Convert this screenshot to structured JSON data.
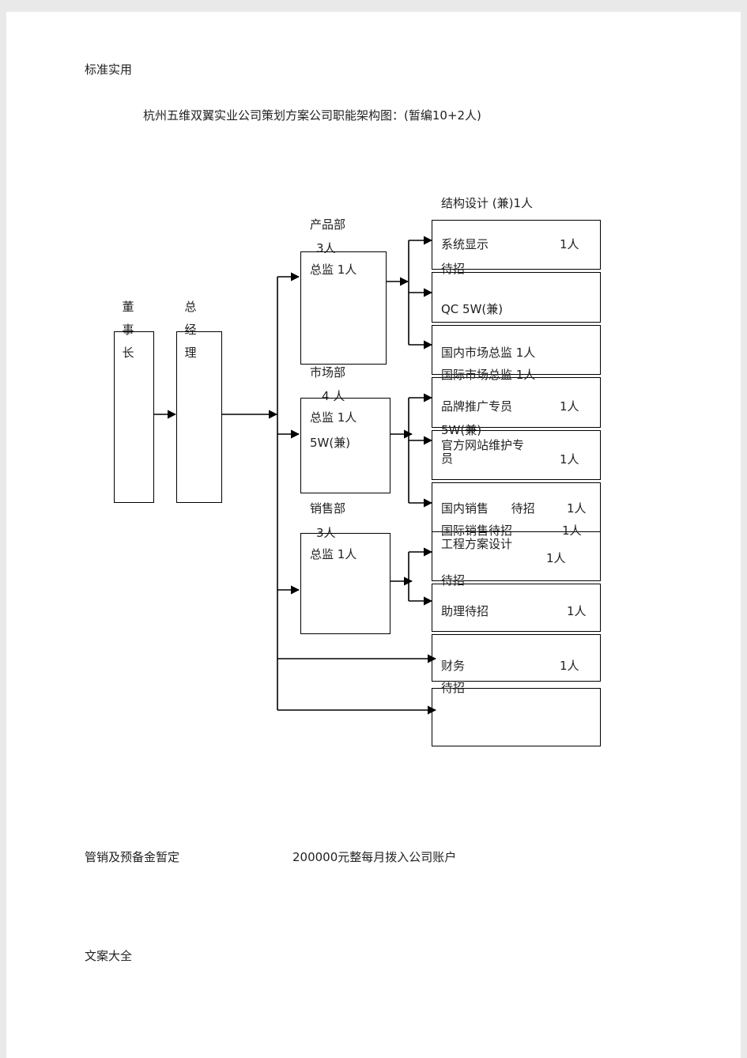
{
  "header": "标准实用",
  "title": "杭州五维双翼实业公司策划方案公司职能架构图：(暂编10+2人)",
  "chairman": "董事长",
  "gm": "总经理",
  "departments": {
    "product": {
      "name": "产品部",
      "count": "3人",
      "head": "总监 1人"
    },
    "market": {
      "name": "市场部",
      "count": "4 人",
      "head": "总监 1人",
      "extra": "5W(兼)"
    },
    "sales": {
      "name": "销售部",
      "count": "3人",
      "head": "总监 1人"
    }
  },
  "roles": {
    "structure": "结构设计  (兼)1人",
    "system_display": "系统显示",
    "system_display_count": "1人",
    "system_display_status": "待招",
    "qc": "QC   5W(兼)",
    "domestic_market": "国内市场总监   1人",
    "intl_market": "国际市场总监    1人",
    "brand": "品牌推广专员",
    "brand_count": "1人",
    "brand_note": "5W(兼)",
    "website": "官方网站维护专员",
    "website_count": "1人",
    "domestic_sales": "国内销售      待招",
    "domestic_sales_count": "1人",
    "intl_sales": "国际销售待招",
    "intl_sales_count": "1人",
    "engineering": "工程方案设计",
    "engineering_count": "1人",
    "engineering_status": "待招",
    "assistant": "助理待招",
    "assistant_count": "1人",
    "finance": "财务",
    "finance_count": "1人",
    "finance_status": "待招"
  },
  "budget_label": "管销及预备金暂定",
  "budget_value": "200000元整每月拨入公司账户",
  "footer": "文案大全"
}
